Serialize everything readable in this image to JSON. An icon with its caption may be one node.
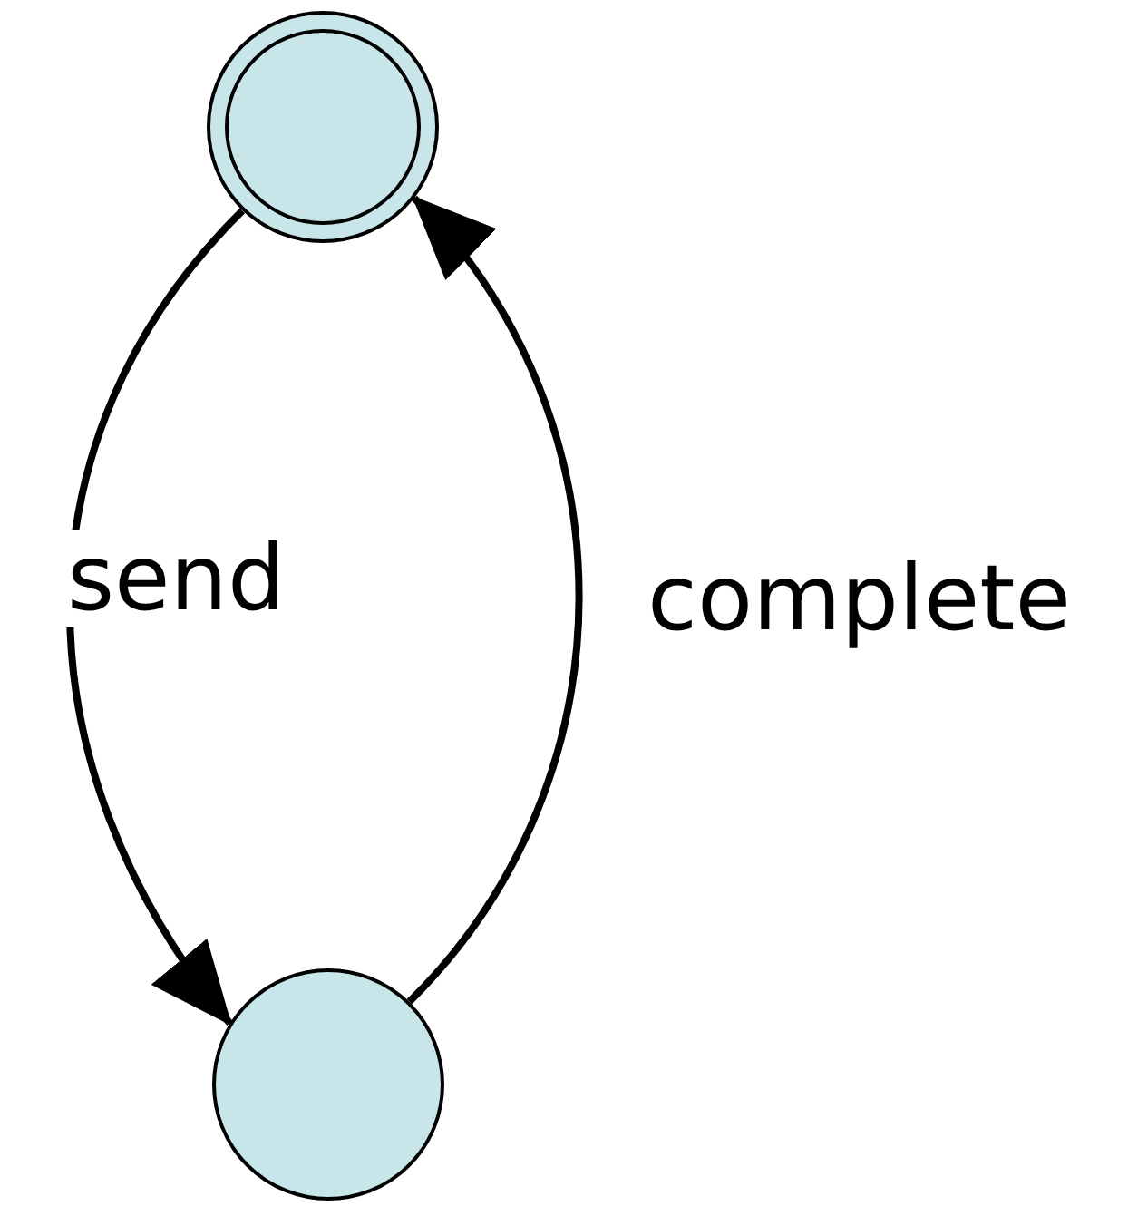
{
  "diagram": {
    "nodes": [
      {
        "text": [],
        "shape": "doublecircle"
      },
      {
        "text": [],
        "shape": "circle"
      }
    ],
    "edges": [
      {
        "from": 0,
        "to": 1,
        "arrow": "to",
        "label": "send"
      },
      {
        "from": 1,
        "to": 0,
        "arrow": "to",
        "label": "complete"
      }
    ]
  }
}
